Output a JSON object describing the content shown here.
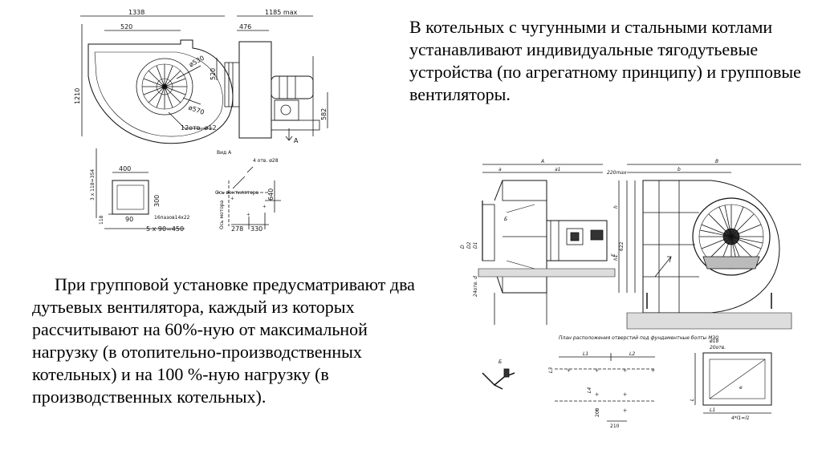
{
  "slide": {
    "top_paragraph": "В котельных с чугунными и стальными котлами устанавливают индивидуальные тягодутьевые устройства (по агрегатному принципу) и групповые вентиляторы.",
    "bottom_paragraph": "При групповой установке предусматривают два дутьевых вентилятора, каждый из которых рассчитывают на 60%-ную от максимальной нагрузку (в отопительно-производственных котельных) и на  100 %-ную нагрузку (в производственных котельных)."
  },
  "drawing_left": {
    "dims": {
      "total_width": "1338",
      "inlet_width": "520",
      "max_length": "1185 max",
      "side_width": "476",
      "height": "1210",
      "side_height": "520",
      "base_height": "582",
      "dia_530": "ø530",
      "dia_570": "ø570",
      "holes_12": "12отв. ø12",
      "view_a_label": "А",
      "flange_width": "400",
      "flange_height": "300",
      "flange_left": "3 х 118=354",
      "flange_bottom_h": "118",
      "flange_90": "90",
      "flange_slots": "16пазов14х22",
      "flange_pitch": "5 х 90=450",
      "view_a": "Вид А",
      "holes_4": "4 отв. ø28",
      "fan_axis": "Ось вентилятора",
      "motor_axis": "Ось мотора",
      "dim_278": "278",
      "dim_330": "330",
      "dim_640": "640"
    }
  },
  "drawing_right": {
    "dims": {
      "a_lower": "a",
      "a_upper": "A",
      "a1": "a1",
      "max220": "220max",
      "b_upper": "B",
      "b_lower": "b",
      "h": "h",
      "h1": "h1",
      "d": "D",
      "d2": "D2",
      "d1": "D1",
      "b_view": "Б",
      "holes_24": "24отв. d",
      "e": "E",
      "mark_622": "622",
      "plan_note": "План расположения отверстий под фундаментные болты М30",
      "l1": "L1",
      "l2": "L2",
      "l3": "L3",
      "l4": "L4",
      "dim_200": "200",
      "dim_210": "210",
      "dia_18": "ø18",
      "holes_20": "20отв.",
      "l_minus": "L",
      "l_1": "L1",
      "pitch": "4*l1=l1",
      "e_small": "e"
    }
  }
}
